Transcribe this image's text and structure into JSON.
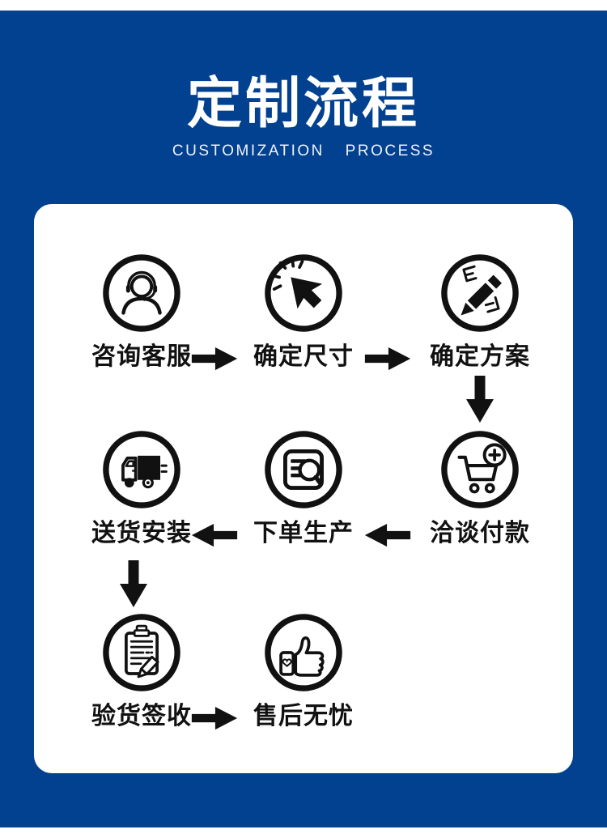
{
  "colors": {
    "background_blue": "#02418f",
    "card_background": "#ffffff",
    "icon_black": "#111111",
    "title_white": "#ffffff"
  },
  "header": {
    "title": "定制流程",
    "subtitle": "CUSTOMIZATION  PROCESS"
  },
  "flow": {
    "steps": [
      {
        "label": "咨询客服",
        "icon": "headset-agent-icon"
      },
      {
        "label": "确定尺寸",
        "icon": "cursor-click-icon"
      },
      {
        "label": "确定方案",
        "icon": "design-pencil-icon"
      },
      {
        "label": "洽谈付款",
        "icon": "cart-plus-icon"
      },
      {
        "label": "下单生产",
        "icon": "order-search-icon"
      },
      {
        "label": "送货安装",
        "icon": "delivery-truck-icon"
      },
      {
        "label": "验货签收",
        "icon": "clipboard-pencil-icon"
      },
      {
        "label": "售后无忧",
        "icon": "thumbs-up-icon"
      }
    ],
    "arrows": [
      {
        "from": "咨询客服",
        "to": "确定尺寸",
        "direction": "right"
      },
      {
        "from": "确定尺寸",
        "to": "确定方案",
        "direction": "right"
      },
      {
        "from": "确定方案",
        "to": "洽谈付款",
        "direction": "down"
      },
      {
        "from": "洽谈付款",
        "to": "下单生产",
        "direction": "left"
      },
      {
        "from": "下单生产",
        "to": "送货安装",
        "direction": "left"
      },
      {
        "from": "送货安装",
        "to": "验货签收",
        "direction": "down"
      },
      {
        "from": "验货签收",
        "to": "售后无忧",
        "direction": "right"
      }
    ]
  }
}
